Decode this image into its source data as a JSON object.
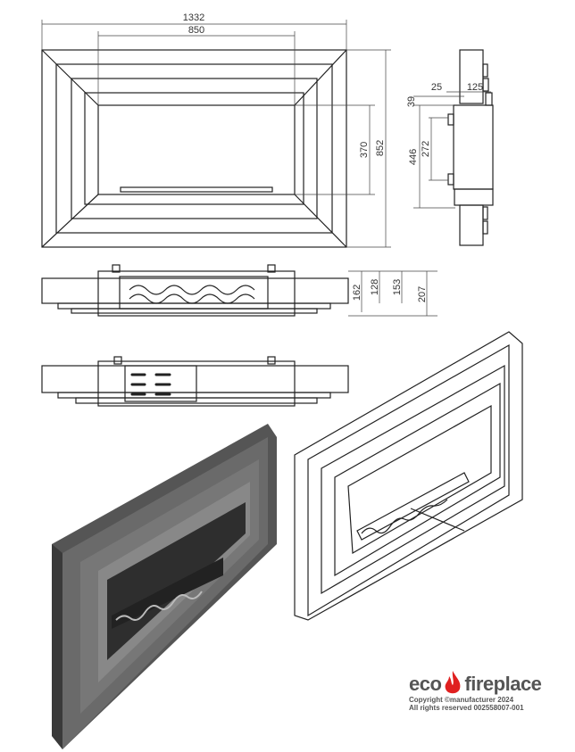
{
  "dimensions": {
    "overall_width": "1332",
    "opening_width": "850",
    "opening_height": "370",
    "overall_height": "852",
    "side_top_offset": "39",
    "side_bracket_offset": "25",
    "side_depth": "125",
    "side_box_height": "446",
    "side_bracket_spacing": "272",
    "top_162": "162",
    "top_128": "128",
    "top_153": "153",
    "top_207": "207"
  },
  "logo": {
    "left_word": "eco",
    "right_word": "fireplace",
    "copyright": "Copyright ©manufacturer 2024",
    "rights": "All rights reserved 002558007-001",
    "flame_color": "#e02020"
  }
}
